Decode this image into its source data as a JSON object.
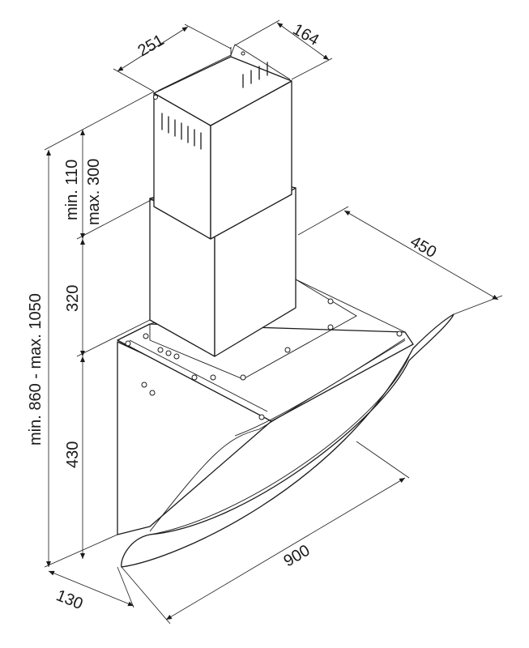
{
  "dimensions": {
    "chimney_width": "251",
    "chimney_depth": "164",
    "hood_depth": "450",
    "chimney_adjust_min": "min. 110",
    "chimney_adjust_max": "max. 300",
    "total_height": "min. 860 - max. 1050",
    "lower_chimney_height": "320",
    "body_height": "430",
    "hood_width": "900",
    "base_depth": "130"
  },
  "colors": {
    "line": "#1a1a1a",
    "background": "#ffffff"
  }
}
